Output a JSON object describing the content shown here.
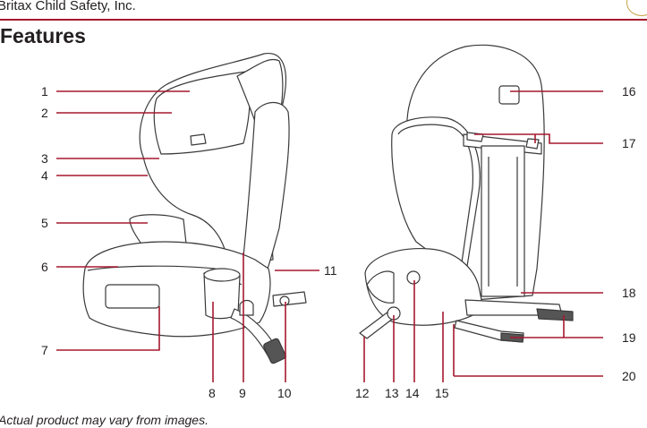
{
  "header": {
    "company": "Britax Child Safety, Inc.",
    "accent_color": "#a6192e"
  },
  "page": {
    "title": "Features",
    "footnote": "Actual product may vary from images."
  },
  "callouts": [
    {
      "number": "1"
    },
    {
      "number": "2"
    },
    {
      "number": "3"
    },
    {
      "number": "4"
    },
    {
      "number": "5"
    },
    {
      "number": "6"
    },
    {
      "number": "7"
    },
    {
      "number": "8"
    },
    {
      "number": "9"
    },
    {
      "number": "10"
    },
    {
      "number": "11"
    },
    {
      "number": "12"
    },
    {
      "number": "13"
    },
    {
      "number": "14"
    },
    {
      "number": "15"
    },
    {
      "number": "16"
    },
    {
      "number": "17"
    },
    {
      "number": "18"
    },
    {
      "number": "19"
    },
    {
      "number": "20"
    }
  ]
}
